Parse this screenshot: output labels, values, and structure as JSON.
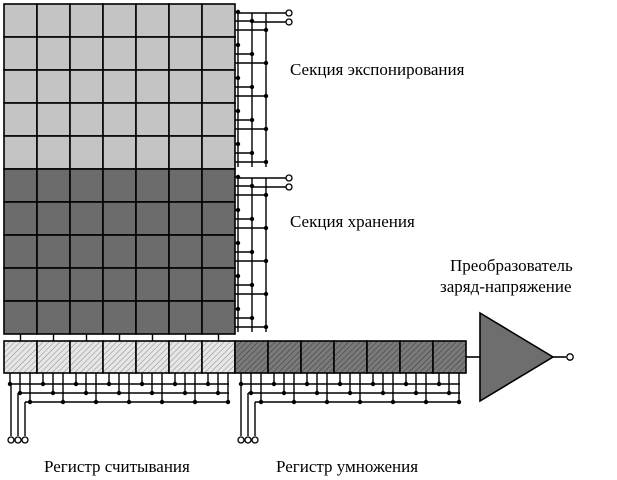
{
  "labels": {
    "image_section": "Секция экспонирования",
    "storage_section": "Секция хранения",
    "converter_line1": "Преобразователь",
    "converter_line2": "заряд-напряжение",
    "readout_register": "Регистр считывания",
    "multiplication_register": "Регистр умножения"
  },
  "colors": {
    "image_cell": "#c4c4c4",
    "storage_cell": "#6c6c6c",
    "readout_cell": "#e6e6e6",
    "mult_cell": "#7a7a7a",
    "amplifier": "#6e6e6e",
    "line": "#000000"
  },
  "structure": {
    "columns": 7,
    "image_rows": 5,
    "storage_rows": 5,
    "readout_cells": 7,
    "mult_cells": 7
  }
}
